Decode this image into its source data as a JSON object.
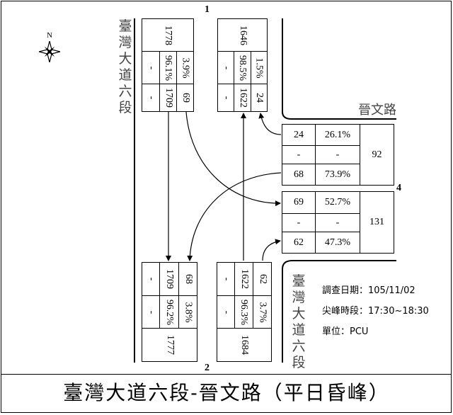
{
  "page_title": "臺灣大道六段-晉文路（平日昏峰）",
  "north": {
    "label": "N",
    "icon": "compass-star-icon"
  },
  "streets": {
    "north_west": "臺灣大道六段",
    "south_east": "臺灣大道六段",
    "east": "晉文路"
  },
  "node_labels": {
    "top": "1",
    "bottom": "2",
    "right": "4"
  },
  "info": {
    "date": "調查日期：105/11/02",
    "peak": "尖峰時段：17:30~18:30",
    "unit": "單位：PCU"
  },
  "tables": {
    "top_left": {
      "total": "1778",
      "pct": [
        "-",
        "96.1%",
        "3.9%"
      ],
      "vol": [
        "-",
        "1709",
        "69"
      ]
    },
    "top_right": {
      "total": "1646",
      "pct": [
        "-",
        "98.5%",
        "1.5%"
      ],
      "vol": [
        "-",
        "1622",
        "24"
      ]
    },
    "right_upper": {
      "vol": [
        "24",
        "-",
        "68"
      ],
      "pct": [
        "26.1%",
        "-",
        "73.9%"
      ],
      "total": "92"
    },
    "right_lower": {
      "vol": [
        "69",
        "-",
        "62"
      ],
      "pct": [
        "52.7%",
        "-",
        "47.3%"
      ],
      "total": "131"
    },
    "bottom_left": {
      "vol": [
        "-",
        "1709",
        "68"
      ],
      "pct": [
        "-",
        "96.2%",
        "3.8%"
      ],
      "total": "1777"
    },
    "bottom_right": {
      "vol": [
        "-",
        "1622",
        "62"
      ],
      "pct": [
        "-",
        "96.3%",
        "3.7%"
      ],
      "total": "1684"
    }
  }
}
